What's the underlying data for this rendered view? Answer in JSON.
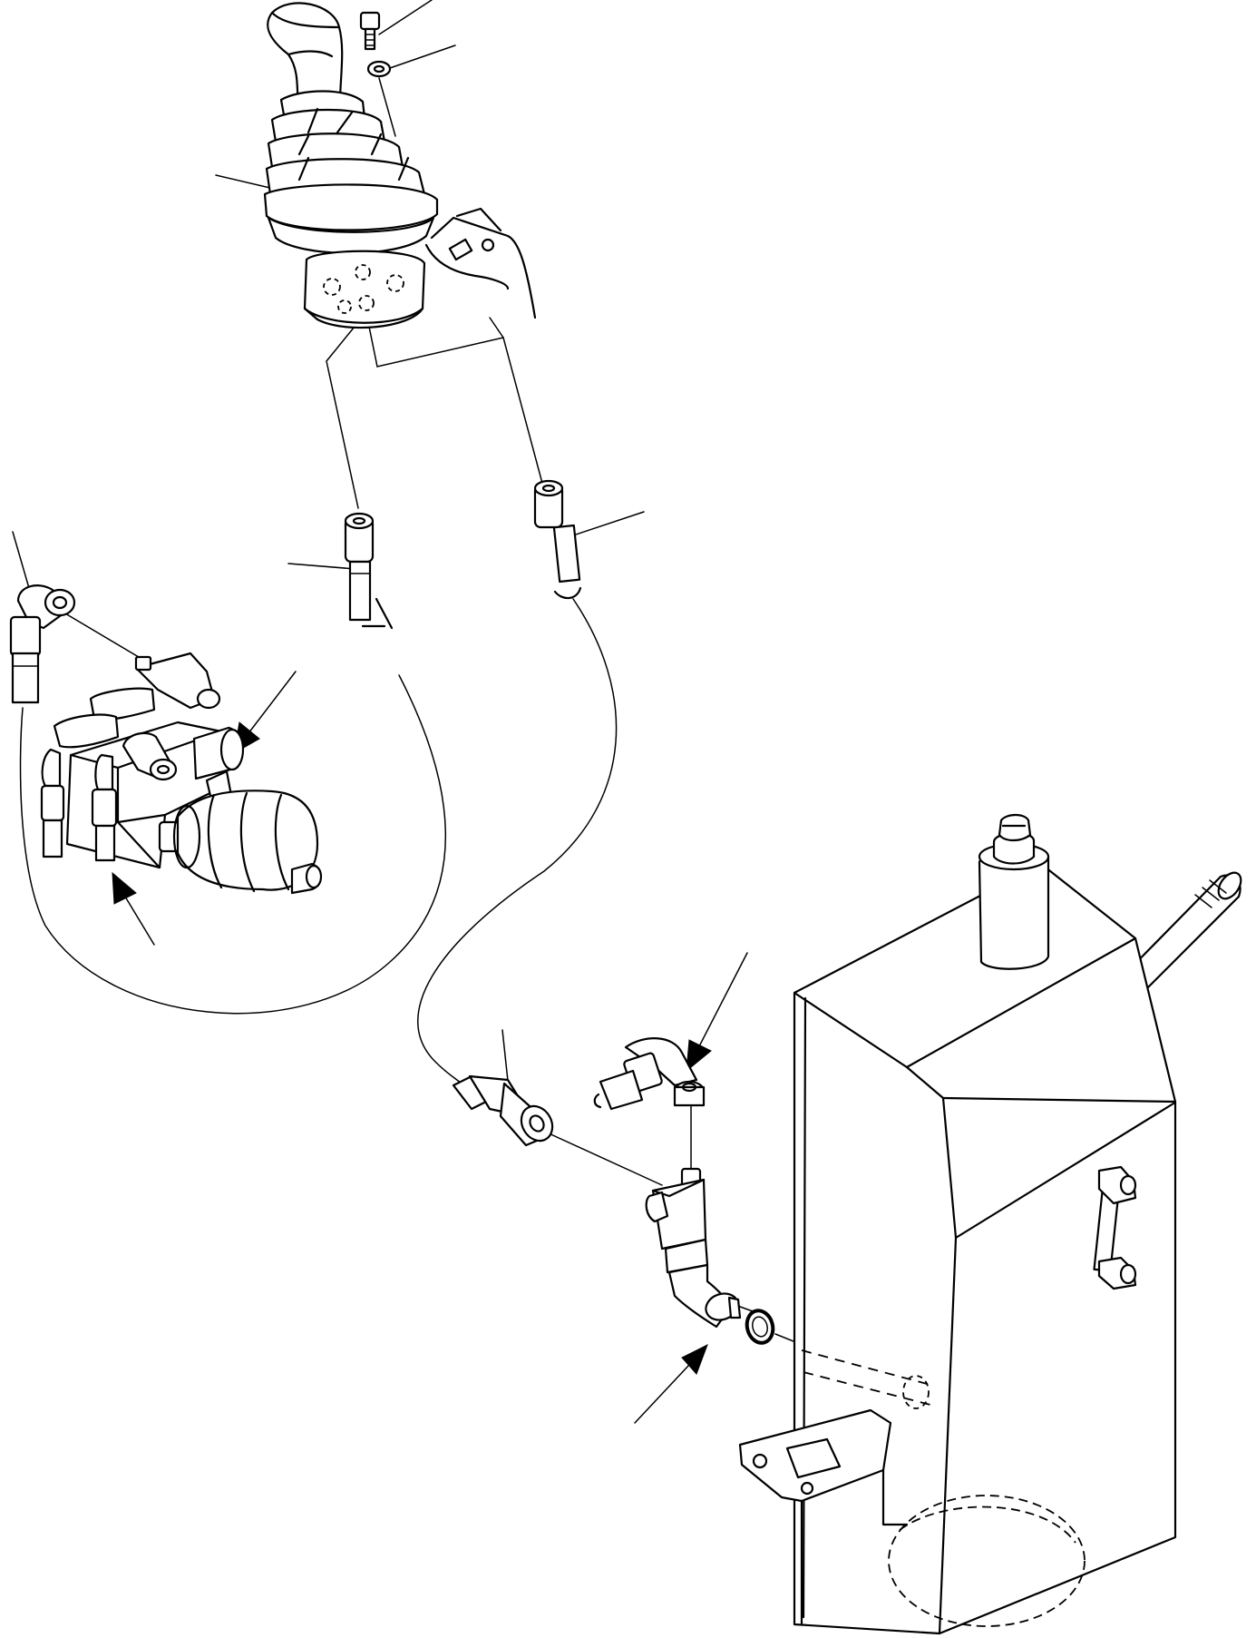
{
  "figure": {
    "style": "line-art exploded parts diagram",
    "background": "#ffffff",
    "ink": "#000000",
    "text_labels": []
  },
  "components": [
    {
      "id": "joystick",
      "name": "joystick-lever-with-boot"
    },
    {
      "id": "bolt",
      "name": "bolt"
    },
    {
      "id": "washer",
      "name": "washer"
    },
    {
      "id": "hose-a",
      "name": "hose-fitting"
    },
    {
      "id": "hose-b",
      "name": "hose-fitting"
    },
    {
      "id": "elbow",
      "name": "elbow-fitting"
    },
    {
      "id": "valve",
      "name": "valve-block-with-accumulator"
    },
    {
      "id": "hose-c",
      "name": "hose-fitting"
    },
    {
      "id": "elbow-2",
      "name": "elbow-fitting"
    },
    {
      "id": "tee",
      "name": "tee-fitting"
    },
    {
      "id": "oring",
      "name": "o-ring"
    },
    {
      "id": "tank",
      "name": "hydraulic-tank"
    }
  ]
}
